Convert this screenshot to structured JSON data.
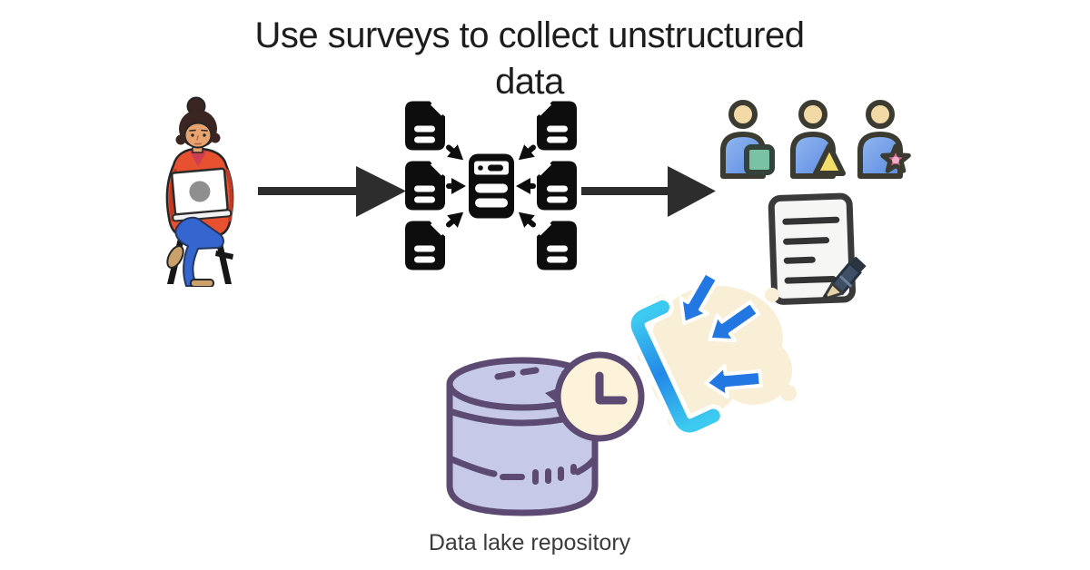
{
  "title": "Use surveys to collect unstructured data",
  "caption": "Data lake repository",
  "icons": {
    "left": "woman-working-on-laptop",
    "flow_arrow_1": "right-arrow",
    "center": "documents-aggregated-into-server",
    "flow_arrow_2": "right-arrow",
    "audience": [
      "user-with-square-badge",
      "user-with-triangle-badge",
      "user-with-star-badge"
    ],
    "survey": "survey-form-with-pencil",
    "merge": "arrows-converging-into-bracket",
    "storage": "database-cylinder-with-clock"
  },
  "colors": {
    "background": "#ffffff",
    "title_text": "#1d1d1d",
    "caption_text": "#3b3b3b",
    "flow_arrow": "#2d2d2d",
    "icon_black": "#0d0d0d",
    "user_body_blue": "#6f9ce8",
    "user_outline": "#3b3b31",
    "user_skin": "#f2d9a6",
    "badge_teal": "#79c2a4",
    "badge_yellow": "#f2dd6a",
    "badge_pink": "#d6638f",
    "merge_arrow_blue": "#2277e2",
    "merge_bracket_cyan": "#3dcaf0",
    "blob_cream": "#f9efd7",
    "db_fill": "#c6cae8",
    "db_outline": "#5c4a72",
    "clock_face": "#fdf2da",
    "jacket_red": "#e8512f",
    "jeans_blue": "#3565cf",
    "paper_gray": "#f6f6f4"
  }
}
